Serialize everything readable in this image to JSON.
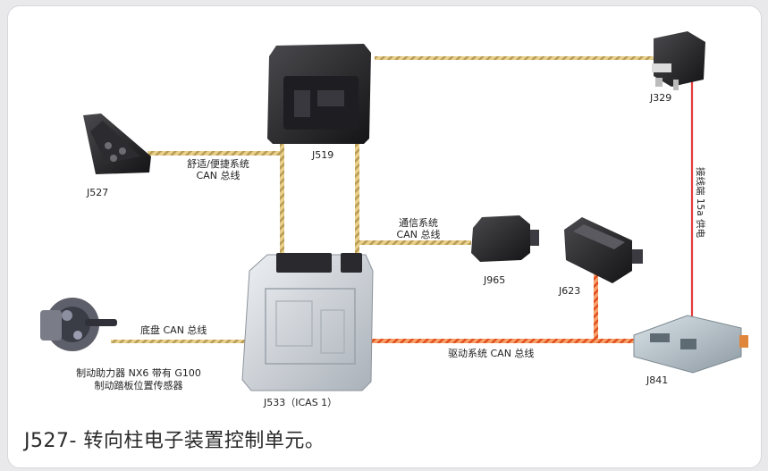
{
  "caption": "J527- 转向柱电子装置控制单元。",
  "colors": {
    "comfort_bus": "#d8b86a",
    "drive_bus": "#f05a28",
    "power_line": "#e33b3b",
    "device_dark": "#222222",
    "device_silver": "#c7ccd2"
  },
  "components": [
    {
      "id": "J527",
      "label": "J527"
    },
    {
      "id": "J519",
      "label": "J519"
    },
    {
      "id": "J329",
      "label": "J329"
    },
    {
      "id": "J965",
      "label": "J965"
    },
    {
      "id": "J623",
      "label": "J623"
    },
    {
      "id": "J533",
      "label": "J533（ICAS 1）"
    },
    {
      "id": "J841",
      "label": "J841"
    },
    {
      "id": "NX6",
      "label_line1": "制动助力器 NX6 带有 G100",
      "label_line2": "制动踏板位置传感器"
    }
  ],
  "buses": {
    "comfort": {
      "line1": "舒适/便捷系统",
      "line2": "CAN 总线"
    },
    "comm": {
      "line1": "通信系统",
      "line2": "CAN 总线"
    },
    "chassis": {
      "label": "底盘 CAN 总线"
    },
    "drive": {
      "label": "驱动系统 CAN 总线"
    },
    "power": {
      "label": "接线端 15a 供电"
    }
  }
}
